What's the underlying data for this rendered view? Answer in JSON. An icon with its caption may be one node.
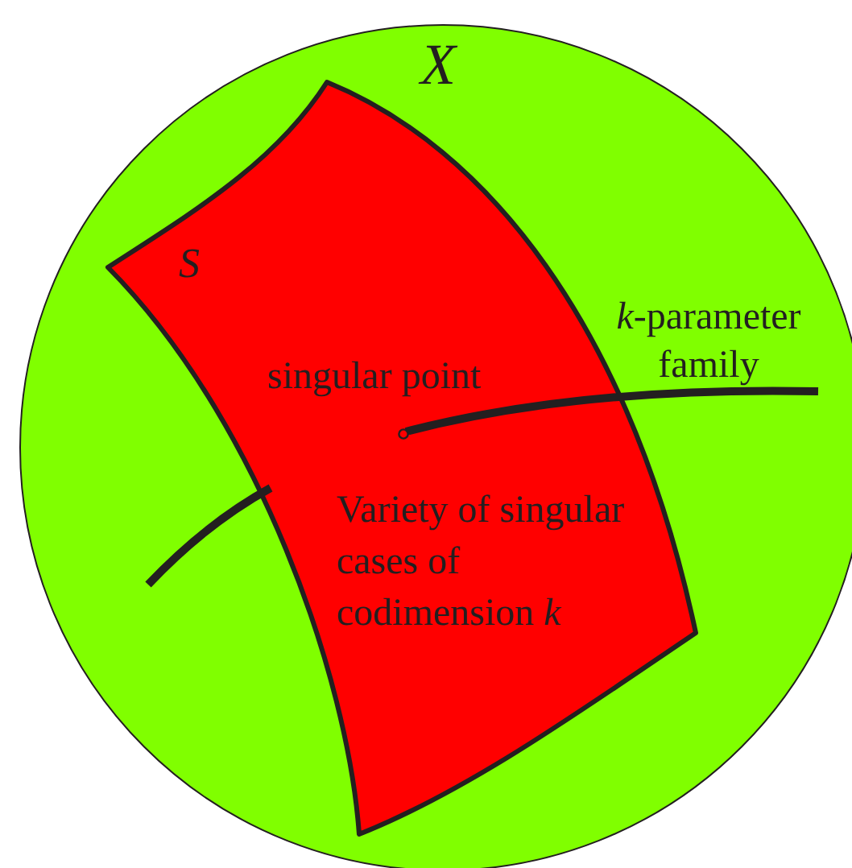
{
  "diagram": {
    "nodes": [
      {
        "text": [
          "X"
        ]
      },
      {
        "text": [
          "S",
          "Variety of singular cases of codimension *k*"
        ],
        "in": 0
      },
      {
        "text": [],
        "shape": "circle",
        "in": 1,
        "beside": [
          "singular point"
        ]
      }
    ],
    "labels": [
      "*k*-parameter family"
    ]
  }
}
